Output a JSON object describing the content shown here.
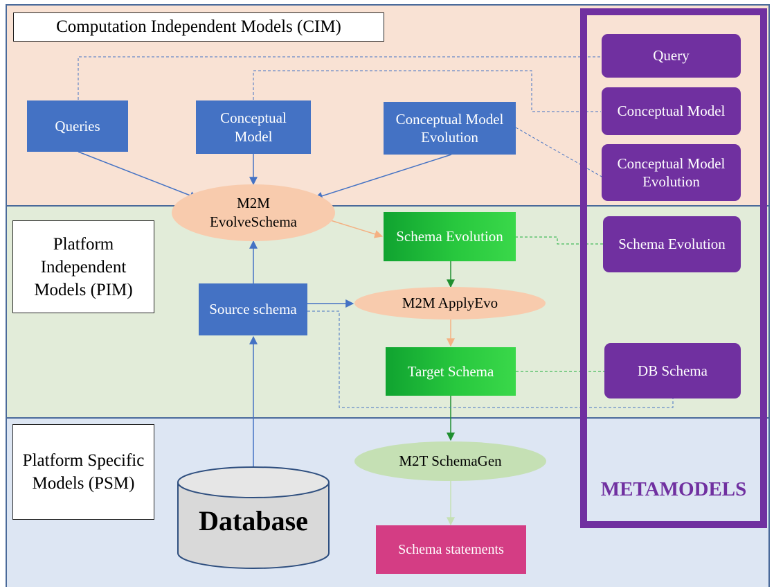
{
  "layers": {
    "cim": "Computation  Independent Models (CIM)",
    "pim": "Platform Independent Models (PIM)",
    "psm": "Platform Specific Models (PSM)"
  },
  "cim_models": {
    "queries": "Queries",
    "conceptual_model": "Conceptual Model",
    "conceptual_model_evolution": "Conceptual  Model Evolution"
  },
  "transformations": {
    "evolve_schema": "M2M EvolveSchema",
    "apply_evo": "M2M  ApplyEvo",
    "schema_gen": "M2T  SchemaGen"
  },
  "pim_models": {
    "source_schema": "Source schema",
    "schema_evolution": "Schema Evolution",
    "target_schema": "Target Schema"
  },
  "psm_models": {
    "database": "Database",
    "schema_statements": "Schema statements"
  },
  "metamodels": {
    "title": "METAMODELS",
    "items": [
      "Query",
      "Conceptual Model",
      "Conceptual Model Evolution",
      "Schema Evolution",
      "DB  Schema"
    ]
  },
  "colors": {
    "cim_band": "#f9e2d4",
    "pim_band": "#e2ecd9",
    "psm_band": "#dde6f3",
    "model_blue": "#4472c4",
    "metamodel_purple": "#7030a0",
    "transformation_salmon": "#f8cbad",
    "transformation_green": "#c5e0b4",
    "statements_pink": "#d43d84"
  }
}
